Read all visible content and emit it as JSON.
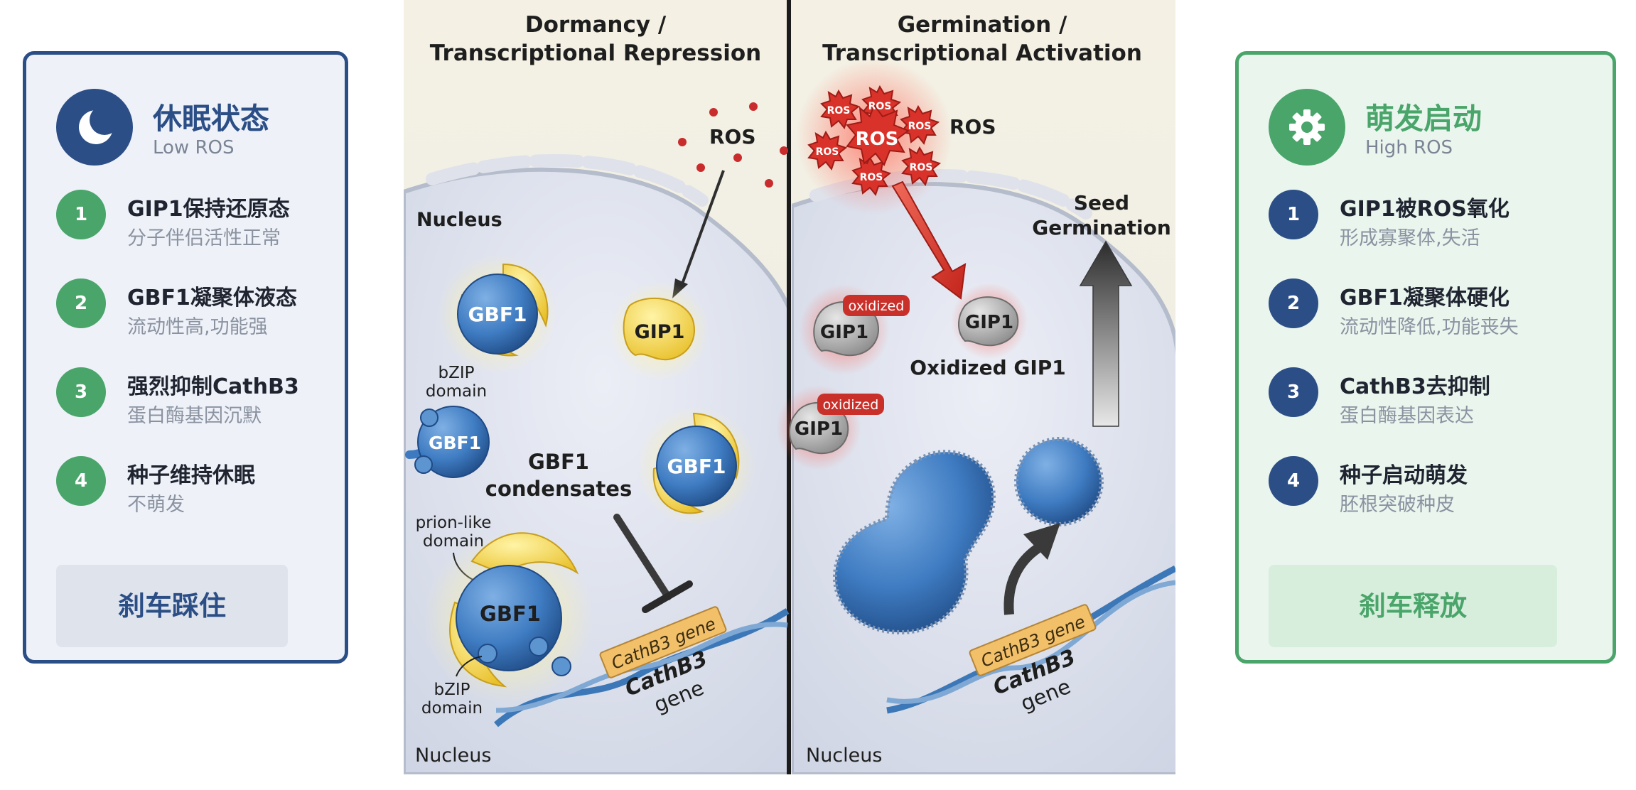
{
  "left_card": {
    "icon": "moon-icon",
    "title": "休眠状态",
    "subtitle": "Low ROS",
    "steps": [
      {
        "num": "1",
        "title": "GIP1保持还原态",
        "desc": "分子伴侣活性正常"
      },
      {
        "num": "2",
        "title": "GBF1凝聚体液态",
        "desc": "流动性高,功能强"
      },
      {
        "num": "3",
        "title": "强烈抑制CathB3",
        "desc": "蛋白酶基因沉默"
      },
      {
        "num": "4",
        "title": "种子维持休眠",
        "desc": "不萌发"
      }
    ],
    "button": "刹车踩住",
    "colors": {
      "accent": "#2b4e86",
      "step": "#4aa56a"
    }
  },
  "right_card": {
    "icon": "gear-icon",
    "title": "萌发启动",
    "subtitle": "High ROS",
    "steps": [
      {
        "num": "1",
        "title": "GIP1被ROS氧化",
        "desc": "形成寡聚体,失活"
      },
      {
        "num": "2",
        "title": "GBF1凝聚体硬化",
        "desc": "流动性降低,功能丧失"
      },
      {
        "num": "3",
        "title": "CathB3去抑制",
        "desc": "蛋白酶基因表达"
      },
      {
        "num": "4",
        "title": "种子启动萌发",
        "desc": "胚根突破种皮"
      }
    ],
    "button": "刹车释放",
    "colors": {
      "accent": "#4aa56a",
      "step": "#2b4e86"
    }
  },
  "illustration": {
    "left_panel": {
      "title_line1": "Dormancy /",
      "title_line2": "Transcriptional Repression",
      "ros": "ROS",
      "nucleus_top": "Nucleus",
      "nucleus_bottom": "Nucleus",
      "gbf1": "GBF1",
      "gip1": "GIP1",
      "bzip_line1": "bZIP",
      "bzip_line2": "domain",
      "condensates_line1": "GBF1",
      "condensates_line2": "condensates",
      "prion_line1": "prion-like",
      "prion_line2": "domain",
      "gene_label": "CathB3 gene",
      "gene_name": "CathB3",
      "gene_word": "gene"
    },
    "right_panel": {
      "title_line1": "Germination /",
      "title_line2": "Transcriptional Activation",
      "ros": "ROS",
      "ros_small": "ROS",
      "seed_line1": "Seed",
      "seed_line2": "Germination",
      "oxidized_tag": "oxidized",
      "gip1": "GIP1",
      "oxidized_gip1": "Oxidized GIP1",
      "nucleus_bottom": "Nucleus",
      "gene_label": "CathB3 gene",
      "gene_name": "CathB3",
      "gene_word": "gene"
    }
  }
}
